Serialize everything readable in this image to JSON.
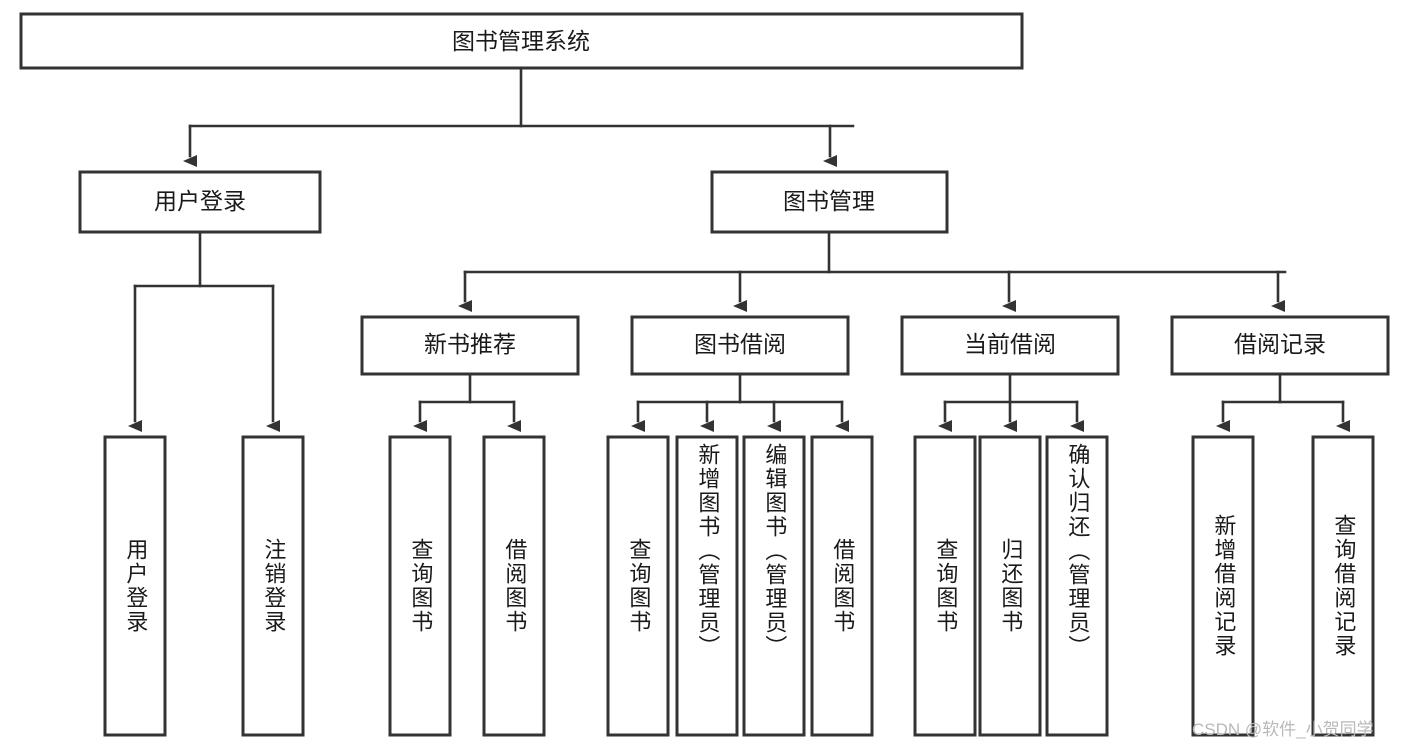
{
  "diagram": {
    "title": "图书管理系统",
    "type": "tree-hierarchy-chart",
    "root": {
      "label": "图书管理系统"
    },
    "level1": [
      {
        "label": "用户登录"
      },
      {
        "label": "图书管理"
      }
    ],
    "level2": [
      {
        "label": "新书推荐"
      },
      {
        "label": "图书借阅"
      },
      {
        "label": "当前借阅"
      },
      {
        "label": "借阅记录"
      }
    ],
    "leaves": {
      "user_login": [
        {
          "label": "用户登录"
        },
        {
          "label": "注销登录"
        }
      ],
      "new_book_recommend": [
        {
          "label": "查询图书"
        },
        {
          "label": "借阅图书"
        }
      ],
      "book_borrow": [
        {
          "label": "查询图书"
        },
        {
          "label": "新增图书（管理员）"
        },
        {
          "label": "编辑图书（管理员）"
        },
        {
          "label": "借阅图书"
        }
      ],
      "current_borrow": [
        {
          "label": "查询图书"
        },
        {
          "label": "归还图书"
        },
        {
          "label": "确认归还（管理员）"
        }
      ],
      "borrow_record": [
        {
          "label": "新增借阅记录"
        },
        {
          "label": "查询借阅记录"
        }
      ]
    }
  },
  "watermark": {
    "text": "CSDN @软件_小贺同学"
  },
  "colors": {
    "box_border": "#333333",
    "box_fill": "#ffffff",
    "text": "#1a1a1a",
    "connector": "#333333",
    "watermark": "#b9b9b9",
    "background": "#ffffff"
  }
}
